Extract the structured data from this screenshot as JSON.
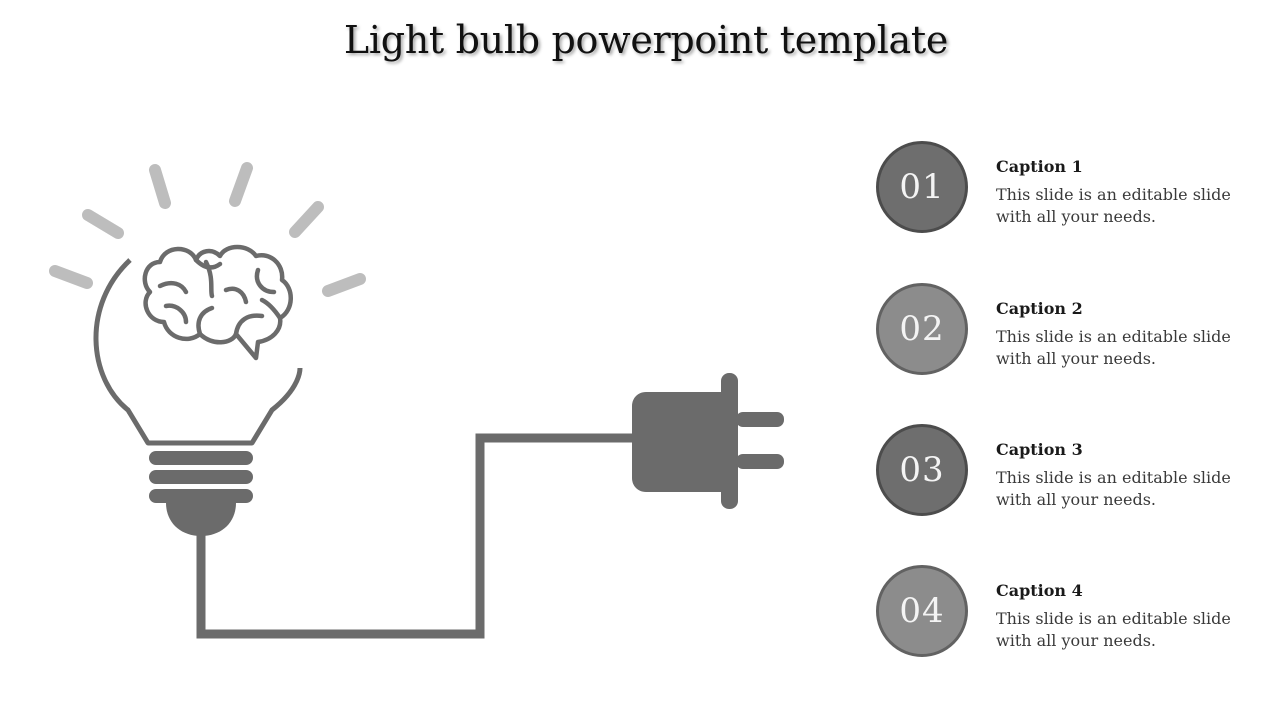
{
  "slide": {
    "title": "Light bulb powerpoint template"
  },
  "colors": {
    "shape_gray": "#6b6b6b",
    "ray_gray": "#bdbdbd",
    "badge_dark": "#6e6e6e",
    "badge_light": "#8c8c8c"
  },
  "icons": {
    "bulb": "light-bulb-icon",
    "brain": "brain-icon",
    "plug": "electric-plug-icon"
  },
  "items": [
    {
      "number": "01",
      "caption": "Caption 1",
      "text": "This slide is an editable slide with all your needs."
    },
    {
      "number": "02",
      "caption": "Caption 2",
      "text": "This slide is an editable slide with all your needs."
    },
    {
      "number": "03",
      "caption": "Caption 3",
      "text": "This slide is an editable slide with all your needs."
    },
    {
      "number": "04",
      "caption": "Caption 4",
      "text": "This slide is an editable slide with all your needs."
    }
  ]
}
